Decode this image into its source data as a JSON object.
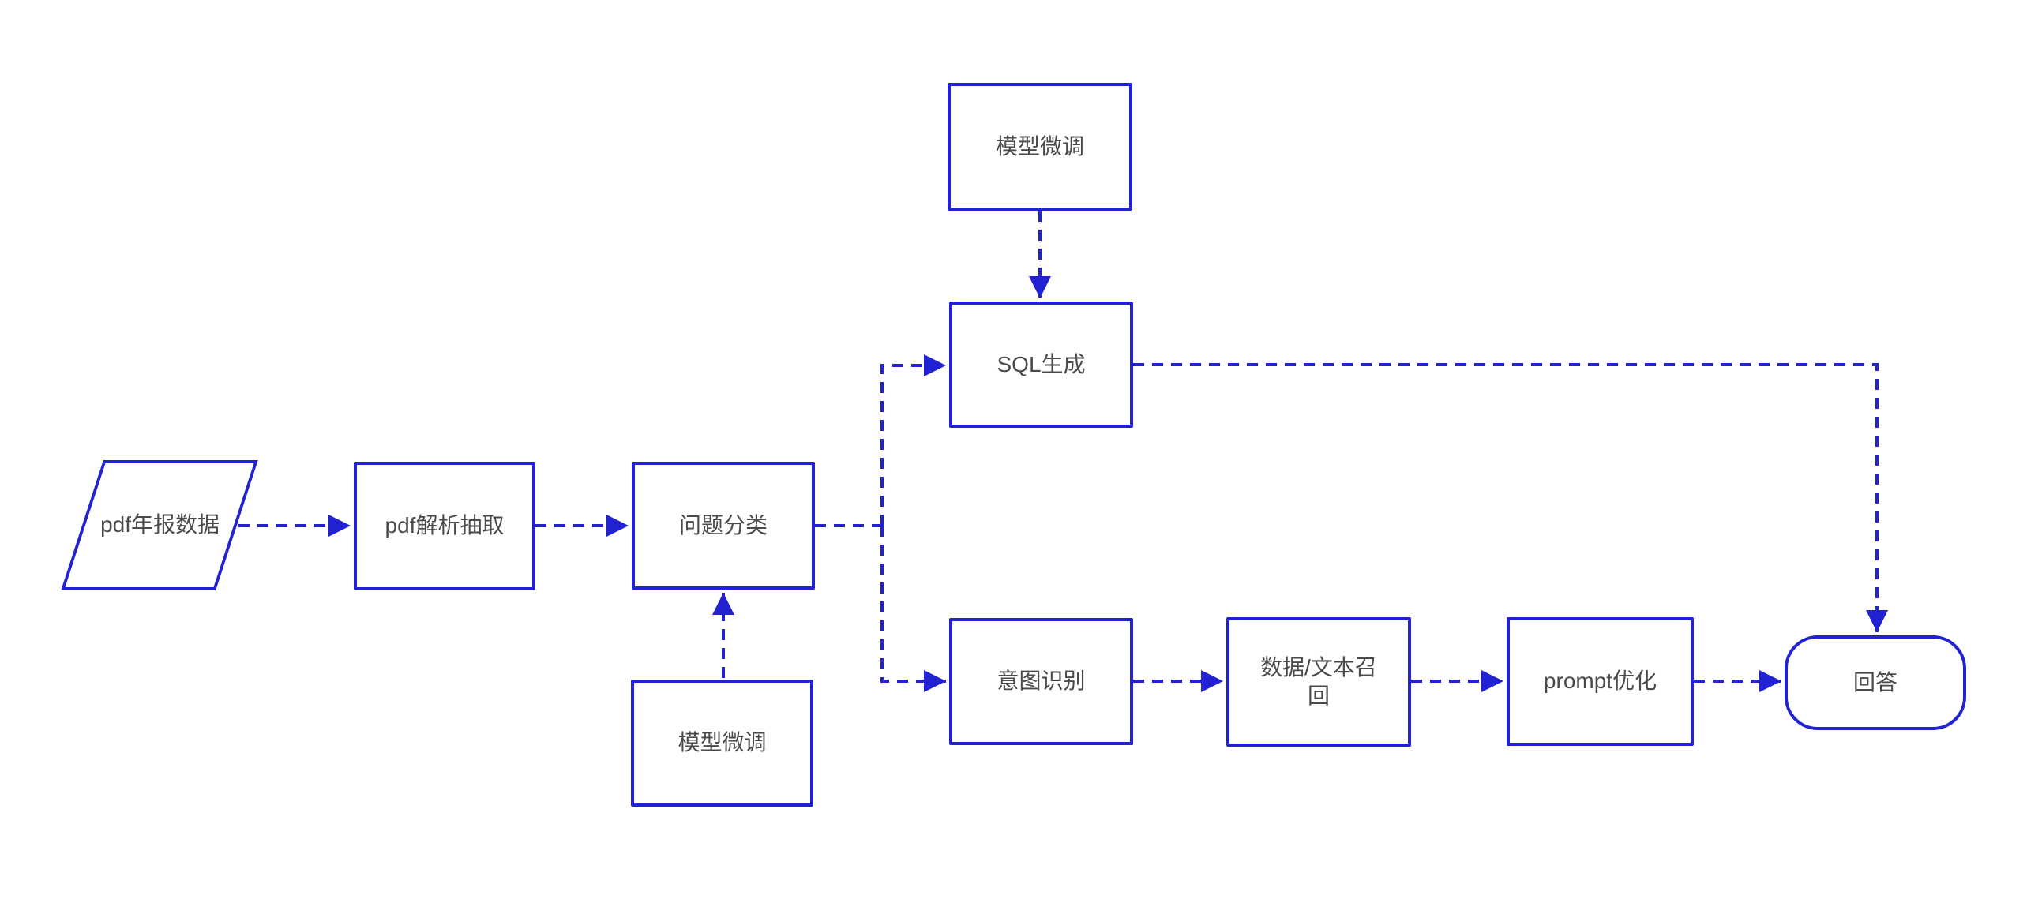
{
  "diagram": {
    "type": "flowchart",
    "background_color": "#ffffff",
    "stroke_color": "#2222d2",
    "text_color": "#4a4a4a",
    "nodes": [
      {
        "id": "pdf-annual-report-data",
        "shape": "parallelogram",
        "label": "pdf年报数据"
      },
      {
        "id": "pdf-parse-extract",
        "shape": "rect",
        "label": "pdf解析抽取"
      },
      {
        "id": "question-classification",
        "shape": "rect",
        "label": "问题分类"
      },
      {
        "id": "model-finetune-top",
        "shape": "rect",
        "label": "模型微调"
      },
      {
        "id": "sql-generation",
        "shape": "rect",
        "label": "SQL生成"
      },
      {
        "id": "model-finetune-bottom",
        "shape": "rect",
        "label": "模型微调"
      },
      {
        "id": "intent-recognition",
        "shape": "rect",
        "label": "意图识别"
      },
      {
        "id": "data-text-recall",
        "shape": "rect",
        "label": "数据/文本召回"
      },
      {
        "id": "prompt-optimization",
        "shape": "rect",
        "label": "prompt优化"
      },
      {
        "id": "answer",
        "shape": "rounded",
        "label": "回答"
      }
    ],
    "edges": [
      {
        "from": "pdf-annual-report-data",
        "to": "pdf-parse-extract",
        "style": "dashed-arrow"
      },
      {
        "from": "pdf-parse-extract",
        "to": "question-classification",
        "style": "dashed-arrow"
      },
      {
        "from": "question-classification",
        "to": "sql-generation",
        "style": "dashed-arrow"
      },
      {
        "from": "question-classification",
        "to": "intent-recognition",
        "style": "dashed-arrow"
      },
      {
        "from": "model-finetune-top",
        "to": "sql-generation",
        "style": "dashed-arrow"
      },
      {
        "from": "model-finetune-bottom",
        "to": "question-classification",
        "style": "dashed-arrow"
      },
      {
        "from": "sql-generation",
        "to": "answer",
        "style": "dashed-arrow"
      },
      {
        "from": "intent-recognition",
        "to": "data-text-recall",
        "style": "dashed-arrow"
      },
      {
        "from": "data-text-recall",
        "to": "prompt-optimization",
        "style": "dashed-arrow"
      },
      {
        "from": "prompt-optimization",
        "to": "answer",
        "style": "dashed-arrow"
      }
    ]
  }
}
